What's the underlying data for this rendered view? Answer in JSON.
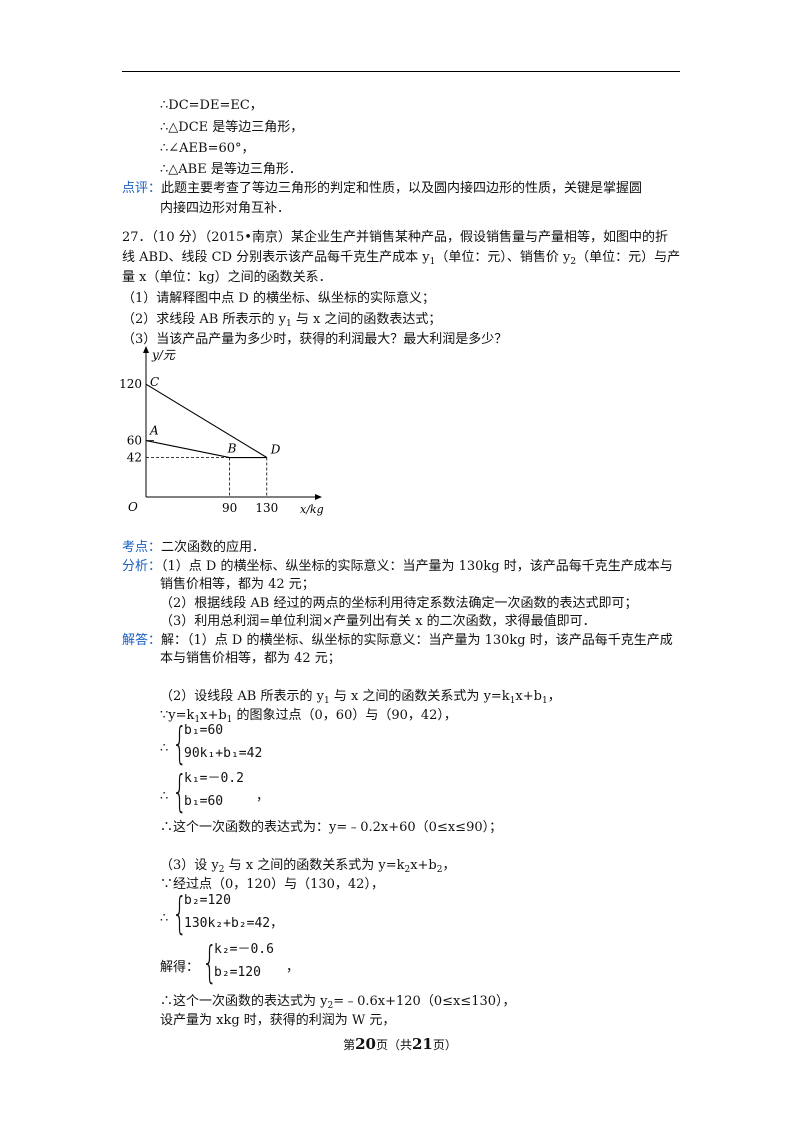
{
  "prev": {
    "l1": "∴DC=DE=EC，",
    "l2": "∴△DCE 是等边三角形，",
    "l3": "∴∠AEB=60°，",
    "l4": "∴△ABE 是等边三角形．",
    "comment_tag": "点评：",
    "comment_1": "此题主要考查了等边三角形的判定和性质，以及圆内接四边形的性质，关键是掌握圆",
    "comment_2": "内接四边形对角互补．"
  },
  "q27": {
    "line1": "27．（10 分）（2015•南京）某企业生产并销售某种产品，假设销售量与产量相等，如图中的折",
    "line2_a": "线 ABD、线段 CD 分别表示该产品每千克生产成本 y",
    "line2_s1": "1",
    "line2_b": "（单位：元）、销售价 y",
    "line2_s2": "2",
    "line2_c": "（单位：元）与产",
    "line3": "量 x（单位：kg）之间的函数关系．",
    "p1": "（1）请解释图中点 D 的横坐标、纵坐标的实际意义；",
    "p2_a": "（2）求线段 AB 所表示的 y",
    "p2_s": "1",
    "p2_b": " 与 x 之间的函数表达式；",
    "p3": "（3）当该产品产量为多少时，获得的利润最大？最大利润是多少？"
  },
  "chart_data": {
    "type": "line",
    "ylabel": "y/元",
    "xlabel": "x/kg",
    "origin_label": "O",
    "x_ticks": [
      "90",
      "130"
    ],
    "y_ticks": [
      "120",
      "60",
      "42"
    ],
    "points": [
      {
        "name": "A",
        "x": 0,
        "y": 60
      },
      {
        "name": "B",
        "x": 90,
        "y": 42
      },
      {
        "name": "C",
        "x": 0,
        "y": 120
      },
      {
        "name": "D",
        "x": 130,
        "y": 42
      }
    ],
    "series": [
      {
        "path": [
          "A",
          "B",
          "D"
        ]
      },
      {
        "path": [
          "C",
          "D"
        ]
      }
    ]
  },
  "analysis": {
    "kaodian_tag": "考点：",
    "kaodian": "二次函数的应用．",
    "fenxi_tag": "分析：",
    "f1a": "（1）点 D 的横坐标、纵坐标的实际意义：当产量为 130kg 时，该产品每千克生产成本与",
    "f1b": "销售价相等，都为 42 元；",
    "f2": "（2）根据线段 AB 经过的两点的坐标利用待定系数法确定一次函数的表达式即可；",
    "f3": "（3）利用总利润=单位利润×产量列出有关 x 的二次函数，求得最值即可．",
    "jieda_tag": "解答：",
    "j1a": "解：（1）点 D 的横坐标、纵坐标的实际意义：当产量为 130kg 时，该产品每千克生产成",
    "j1b": "本与销售价相等，都为 42 元；"
  },
  "sol2": {
    "l1_a": "（2）设线段 AB 所表示的 y",
    "l1_s": "1",
    "l1_b": " 与 x 之间的函数关系式为 y=k",
    "l1_s2": "1",
    "l1_c": "x+b",
    "l1_s3": "1",
    "l1_d": "，",
    "l2_a": "∵y=k",
    "l2_s": "1",
    "l2_b": "x+b",
    "l2_s2": "1",
    "l2_c": " 的图象过点（0，60）与（90，42），",
    "therefore": "∴",
    "sys1_r1": "b₁=60",
    "sys1_r2": "90k₁+b₁=42",
    "sys2_r1": "k₁=－0.2",
    "sys2_r2": "b₁=60",
    "comma": "，",
    "result": "∴这个一次函数的表达式为：y=﹣0.2x+60（0≤x≤90）；"
  },
  "sol3": {
    "l1_a": "（3）设 y",
    "l1_s": "2",
    "l1_b": " 与 x 之间的函数关系式为 y=k",
    "l1_s2": "2",
    "l1_c": "x+b",
    "l1_s3": "2",
    "l1_d": "，",
    "l2": "∵经过点（0，120）与（130，42），",
    "therefore": "∴",
    "sys1_r1": "b₂=120",
    "sys1_r2": "130k₂+b₂=42",
    "sys1_tail": "，",
    "solve": "解得：",
    "sys2_r1": "k₂=－0.6",
    "sys2_r2": "b₂=120",
    "comma": "，",
    "result_a": "∴这个一次函数的表达式为 y",
    "result_s": "2",
    "result_b": "=﹣0.6x+120（0≤x≤130），",
    "last": "设产量为 xkg 时，获得的利润为 W 元，"
  },
  "footer": {
    "pre": "第",
    "page": "20",
    "mid": "页（共",
    "total": "21",
    "post": "页）"
  }
}
